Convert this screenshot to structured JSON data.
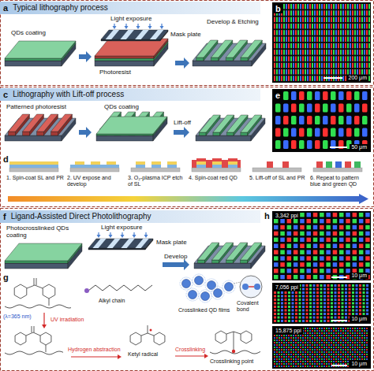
{
  "diagram": {
    "nodes": [
      {
        "text": [
          "a",
          "Typical lithography process"
        ]
      },
      {
        "text": [
          "b",
          "200 μm"
        ]
      },
      {
        "text": [
          "c",
          "Lithography with Lift-off process"
        ]
      },
      {
        "text": [
          "e",
          "50 μm"
        ]
      },
      {
        "text": [
          "f",
          "Ligand-Assisted Direct Photolithography"
        ]
      },
      {
        "text": [
          "3,342 ppi",
          "10 μm"
        ]
      },
      {
        "text": [
          "7,056 ppi",
          "10 μm"
        ]
      },
      {
        "text": [
          "15,875 ppi",
          "10 μm"
        ]
      }
    ],
    "labels": [
      "QDs coating",
      "Photoresist",
      "Light exposure",
      "Mask plate",
      "Develop & Etching",
      "Patterned photoresist",
      "QDs coating",
      "Lift-off",
      "d",
      "1. Spin-coat SL and PR",
      "2. UV expose and develop",
      "3. O₂-plasma ICP etch of SL",
      "4. Spin-coat red QD",
      "5. Lift-off of SL and PR",
      "6. Repeat to pattern blue and green QD",
      "Photocrosslinked QDs coating",
      "Light exposure",
      "Mask plate",
      "Develop",
      "g",
      "UV irradiation",
      "(λ=365 nm)",
      "Alkyl chain",
      "Hydrogen abstraction",
      "Ketyl radical",
      "Crosslinking",
      "Crosslinked QD films",
      "Covalent bond",
      "Crosslinking point",
      "h"
    ]
  }
}
